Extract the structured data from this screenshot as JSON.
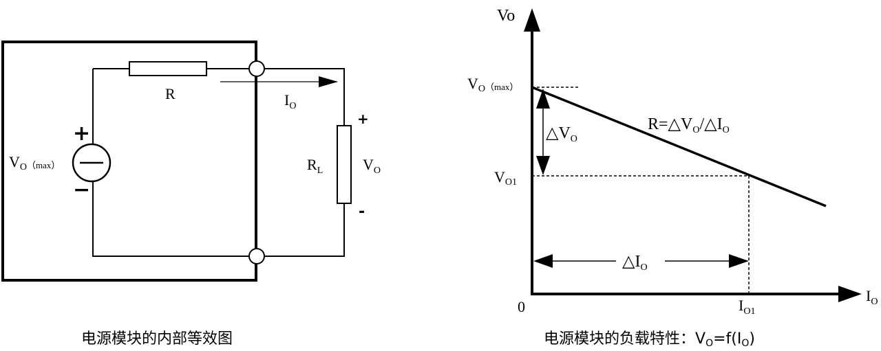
{
  "circuit": {
    "caption": "电源模块的内部等效图",
    "resistor_label": "R",
    "current_label": "I",
    "current_sub": "O",
    "source_label": "V",
    "source_sub": "O",
    "source_max": "（max）",
    "source_plus": "+",
    "source_minus": "−",
    "load_label": "R",
    "load_sub": "L",
    "output_label": "V",
    "output_sub": "O",
    "output_plus": "+",
    "output_minus": "-"
  },
  "graph": {
    "caption": "电源模块的负载特性：V",
    "caption_sub": "O",
    "caption_tail": "=f(I",
    "caption_sub2": "O",
    "caption_end": ")",
    "y_axis_label": "Vo",
    "x_axis_label": "I",
    "x_axis_sub": "O",
    "origin_label": "0",
    "vmax_label": "V",
    "vmax_sub": "O",
    "vmax_tail": "（max）",
    "vo1_label": "V",
    "vo1_sub": "O1",
    "io1_label": "I",
    "io1_sub": "O1",
    "delta_v_label": "△V",
    "delta_v_sub": "O",
    "delta_i_label": "△I",
    "delta_i_sub": "O",
    "slope_label_a": "R=△V",
    "slope_sub_a": "O",
    "slope_label_b": "/△I",
    "slope_sub_b": "O"
  }
}
